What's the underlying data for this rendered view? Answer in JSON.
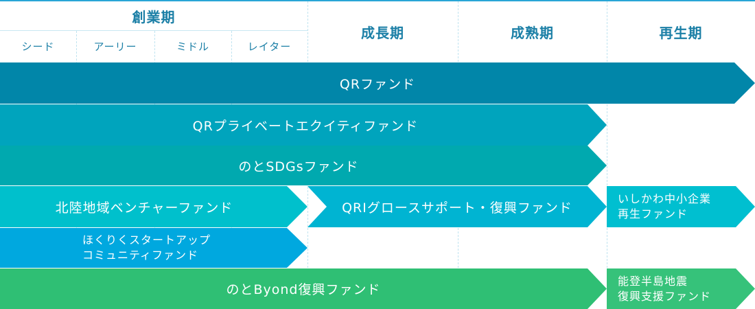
{
  "header": {
    "sogyoki": "創業期",
    "seed": "シード",
    "early": "アーリー",
    "middle": "ミドル",
    "later": "レイター",
    "seichoki": "成長期",
    "seijukuki": "成熟期",
    "saiseiki": "再生期"
  },
  "colors": {
    "header_text": "#1b7fa6",
    "qr_fund": "#0186a9",
    "qr_private_equity": "#00a4bd",
    "noto_sdgs": "#00a9af",
    "hokuriku_venture": "#00c0cc",
    "qri_growth": "#00b4d2",
    "ishikawa": "#00bfd0",
    "hokuriku_startup": "#00a8df",
    "noto_beyond": "#2fbf74",
    "noto_earthquake": "#36c27a"
  },
  "funds": {
    "qr_fund": "QRファンド",
    "qr_private_equity": "QRプライベートエクイティファンド",
    "noto_sdgs": "のとSDGsファンド",
    "hokuriku_venture": "北陸地域ベンチャーファンド",
    "qri_growth": "QRIグロースサポート・復興ファンド",
    "ishikawa": "いしかわ中小企業\n再生ファンド",
    "hokuriku_startup": "ほくりくスタートアップ\nコミュニティファンド",
    "noto_beyond": "のとByond復興ファンド",
    "noto_earthquake": "能登半島地震\n復興支援ファンド"
  }
}
